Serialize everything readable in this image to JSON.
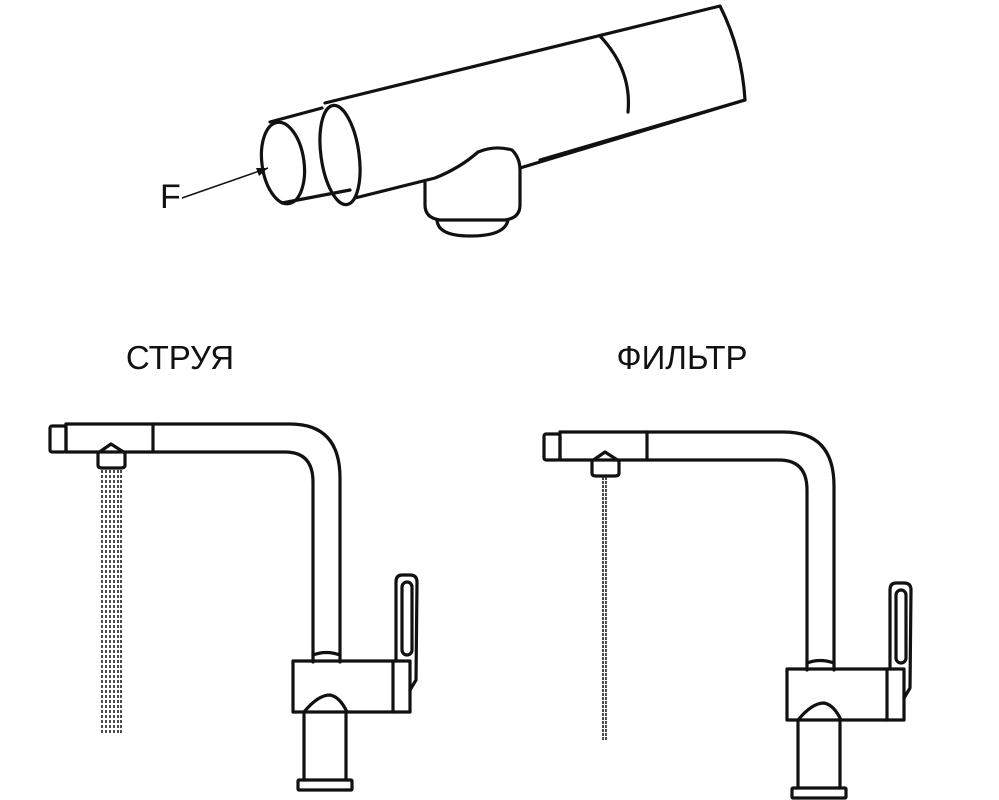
{
  "top_diagram": {
    "label": "F"
  },
  "modes": [
    {
      "label": "СТРУЯ"
    },
    {
      "label": "ФИЛЬТР"
    }
  ]
}
